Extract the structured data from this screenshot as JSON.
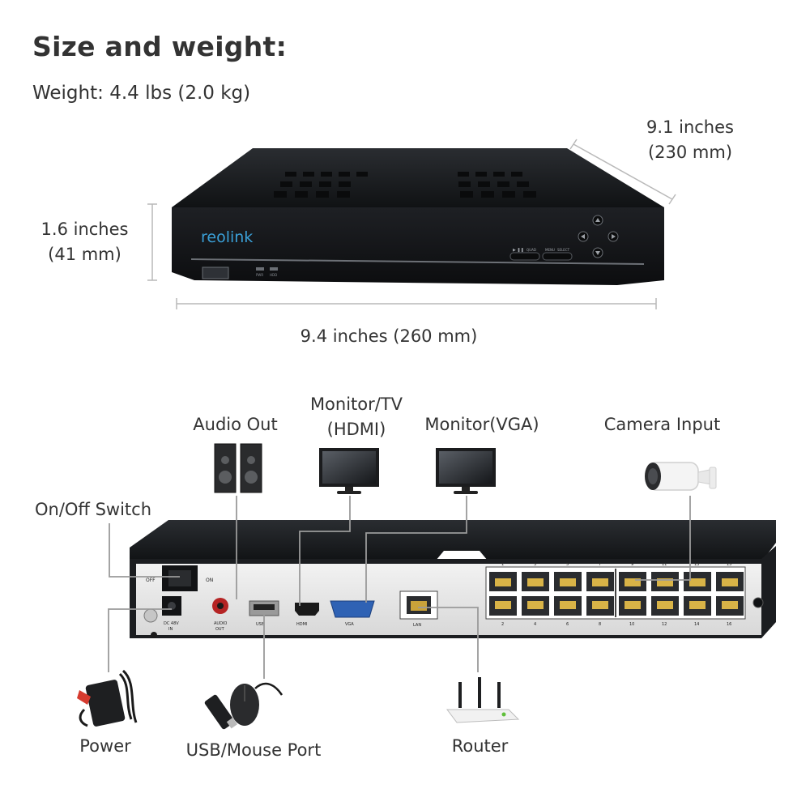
{
  "heading": "Size and weight:",
  "weight": "Weight: 4.4 lbs (2.0 kg)",
  "dimensions": {
    "depth_line1": "9.1 inches",
    "depth_line2": "(230 mm)",
    "height_line1": "1.6 inches",
    "height_line2": "(41 mm)",
    "width": "9.4 inches (260 mm)"
  },
  "front_panel": {
    "brand": "reolink",
    "btn_play": "▶ ❚❚",
    "btn_quad": "QUAD",
    "btn_menu": "MENU",
    "btn_select": "SELECT",
    "led_pwr": "PWR",
    "led_hdd": "HDD"
  },
  "connections": {
    "audio_out": "Audio Out",
    "monitor_tv_line1": "Monitor/TV",
    "monitor_tv_line2": "(HDMI)",
    "monitor_vga": "Monitor(VGA)",
    "camera_input": "Camera Input",
    "on_off_switch": "On/Off Switch",
    "power": "Power",
    "usb_mouse": "USB/Mouse Port",
    "router": "Router"
  },
  "rear_panel": {
    "off": "OFF",
    "on": "ON",
    "dc_line1": "DC 48V",
    "dc_line2": "IN",
    "audio_line1": "AUDIO",
    "audio_line2": "OUT",
    "usb": "USB",
    "hdmi": "HDMI",
    "vga": "VGA",
    "lan": "LAN",
    "ports_top": [
      "1",
      "3",
      "5",
      "7",
      "9",
      "11",
      "13",
      "15"
    ],
    "ports_bottom": [
      "2",
      "4",
      "6",
      "8",
      "10",
      "12",
      "14",
      "16"
    ]
  },
  "colors": {
    "device_body": "#1a1c1f",
    "panel": "#e6e6e6",
    "line": "#9a9a9a",
    "accent_blue": "#3aa0d8"
  }
}
